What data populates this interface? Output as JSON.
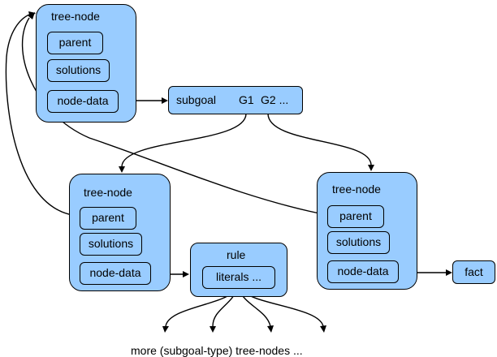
{
  "colors": {
    "box_fill": "#99ccff",
    "stroke": "#000000",
    "background": "#ffffff"
  },
  "nodes": {
    "top": {
      "title": "tree-node",
      "parent": "parent",
      "solutions": "solutions",
      "node_data": "node-data"
    },
    "left": {
      "title": "tree-node",
      "parent": "parent",
      "solutions": "solutions",
      "node_data": "node-data"
    },
    "right": {
      "title": "tree-node",
      "parent": "parent",
      "solutions": "solutions",
      "node_data": "node-data"
    }
  },
  "subgoal": {
    "label": "subgoal",
    "g1": "G1",
    "g2": "G2 ..."
  },
  "rule": {
    "title": "rule",
    "literals": "literals ..."
  },
  "fact": {
    "label": "fact"
  },
  "footer": "more (subgoal-type) tree-nodes ..."
}
